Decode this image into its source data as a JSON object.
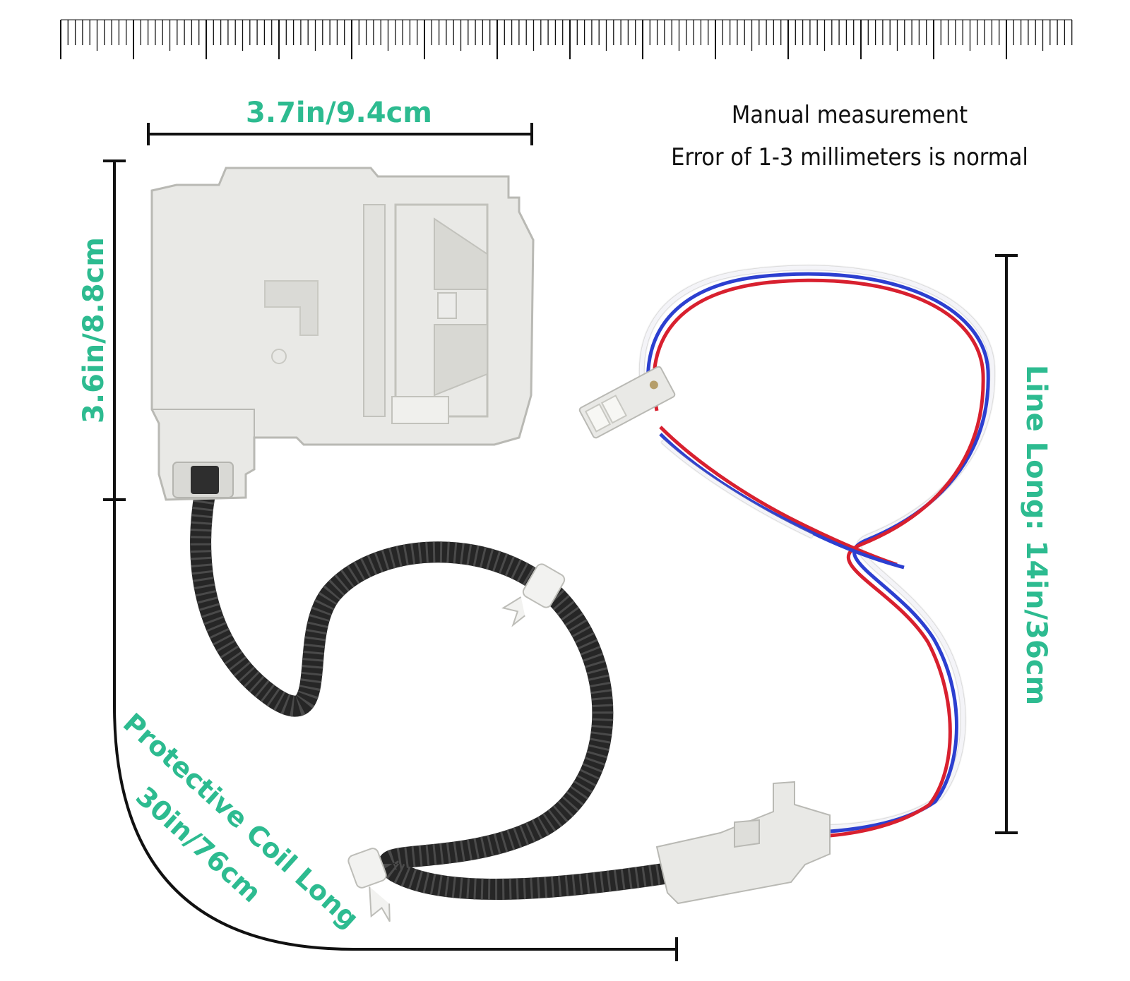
{
  "colors": {
    "accent": "#2dbb90",
    "dimension_line": "#111111",
    "housing": "#e9e9e6",
    "housing_edge": "#b9b9b4",
    "conduit": "#262626",
    "wire_red": "#d8202f",
    "wire_blue": "#2c3fd0",
    "wire_white": "#f4f4f8"
  },
  "dimensions": {
    "width": "3.7in/9.4cm",
    "height": "3.6in/8.8cm",
    "line_length": "Line Long: 14in/36cm",
    "coil_label": "Protective Coil Long",
    "coil_length": "30in/76cm"
  },
  "note": {
    "line1": "Manual measurement",
    "line2": "Error of 1-3 millimeters is normal"
  },
  "icons": [
    "ruler-icon",
    "door-lock-switch-icon",
    "wire-harness-icon",
    "conduit-icon",
    "connector-plug-icon"
  ]
}
